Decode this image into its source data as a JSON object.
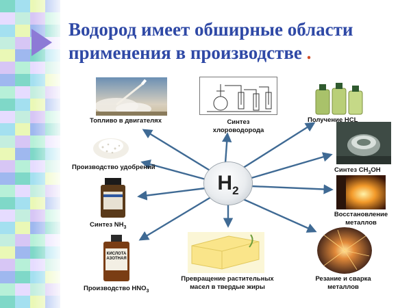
{
  "title": {
    "line1": "Водород имеет обширные области",
    "line2": "применения в производстве",
    "dot": "."
  },
  "hub": {
    "symbol": "H",
    "subscript": "2"
  },
  "applications": {
    "fuel": "Топливо в двигателях",
    "hcl_synthesis_line1": "Синтез",
    "hcl_synthesis_line2": "хлороводорода",
    "hcl_production": "Получение HCL",
    "fertilizers": "Производство удобрений",
    "methanol_prefix": "Синтез CH",
    "methanol_sub": "3",
    "methanol_suffix": "OH",
    "ammonia_prefix": "Синтез NH",
    "ammonia_sub": "3",
    "metal_reduction_line1": "Восстановление",
    "metal_reduction_line2": "металлов",
    "nitric_prefix": "Производство HNO",
    "nitric_sub": "3",
    "oil_hardening_line1": "Превращение растительных",
    "oil_hardening_line2": "масел в твердые жиры",
    "welding_line1": "Резание и сварка",
    "welding_line2": "металлов"
  },
  "bottle_label": {
    "line1": "КИСЛОТА",
    "line2": "АЗОТНАЯ"
  },
  "colors": {
    "title": "#2f49a6",
    "arrow": "#3f6a94",
    "accent": "#d24e2a"
  }
}
